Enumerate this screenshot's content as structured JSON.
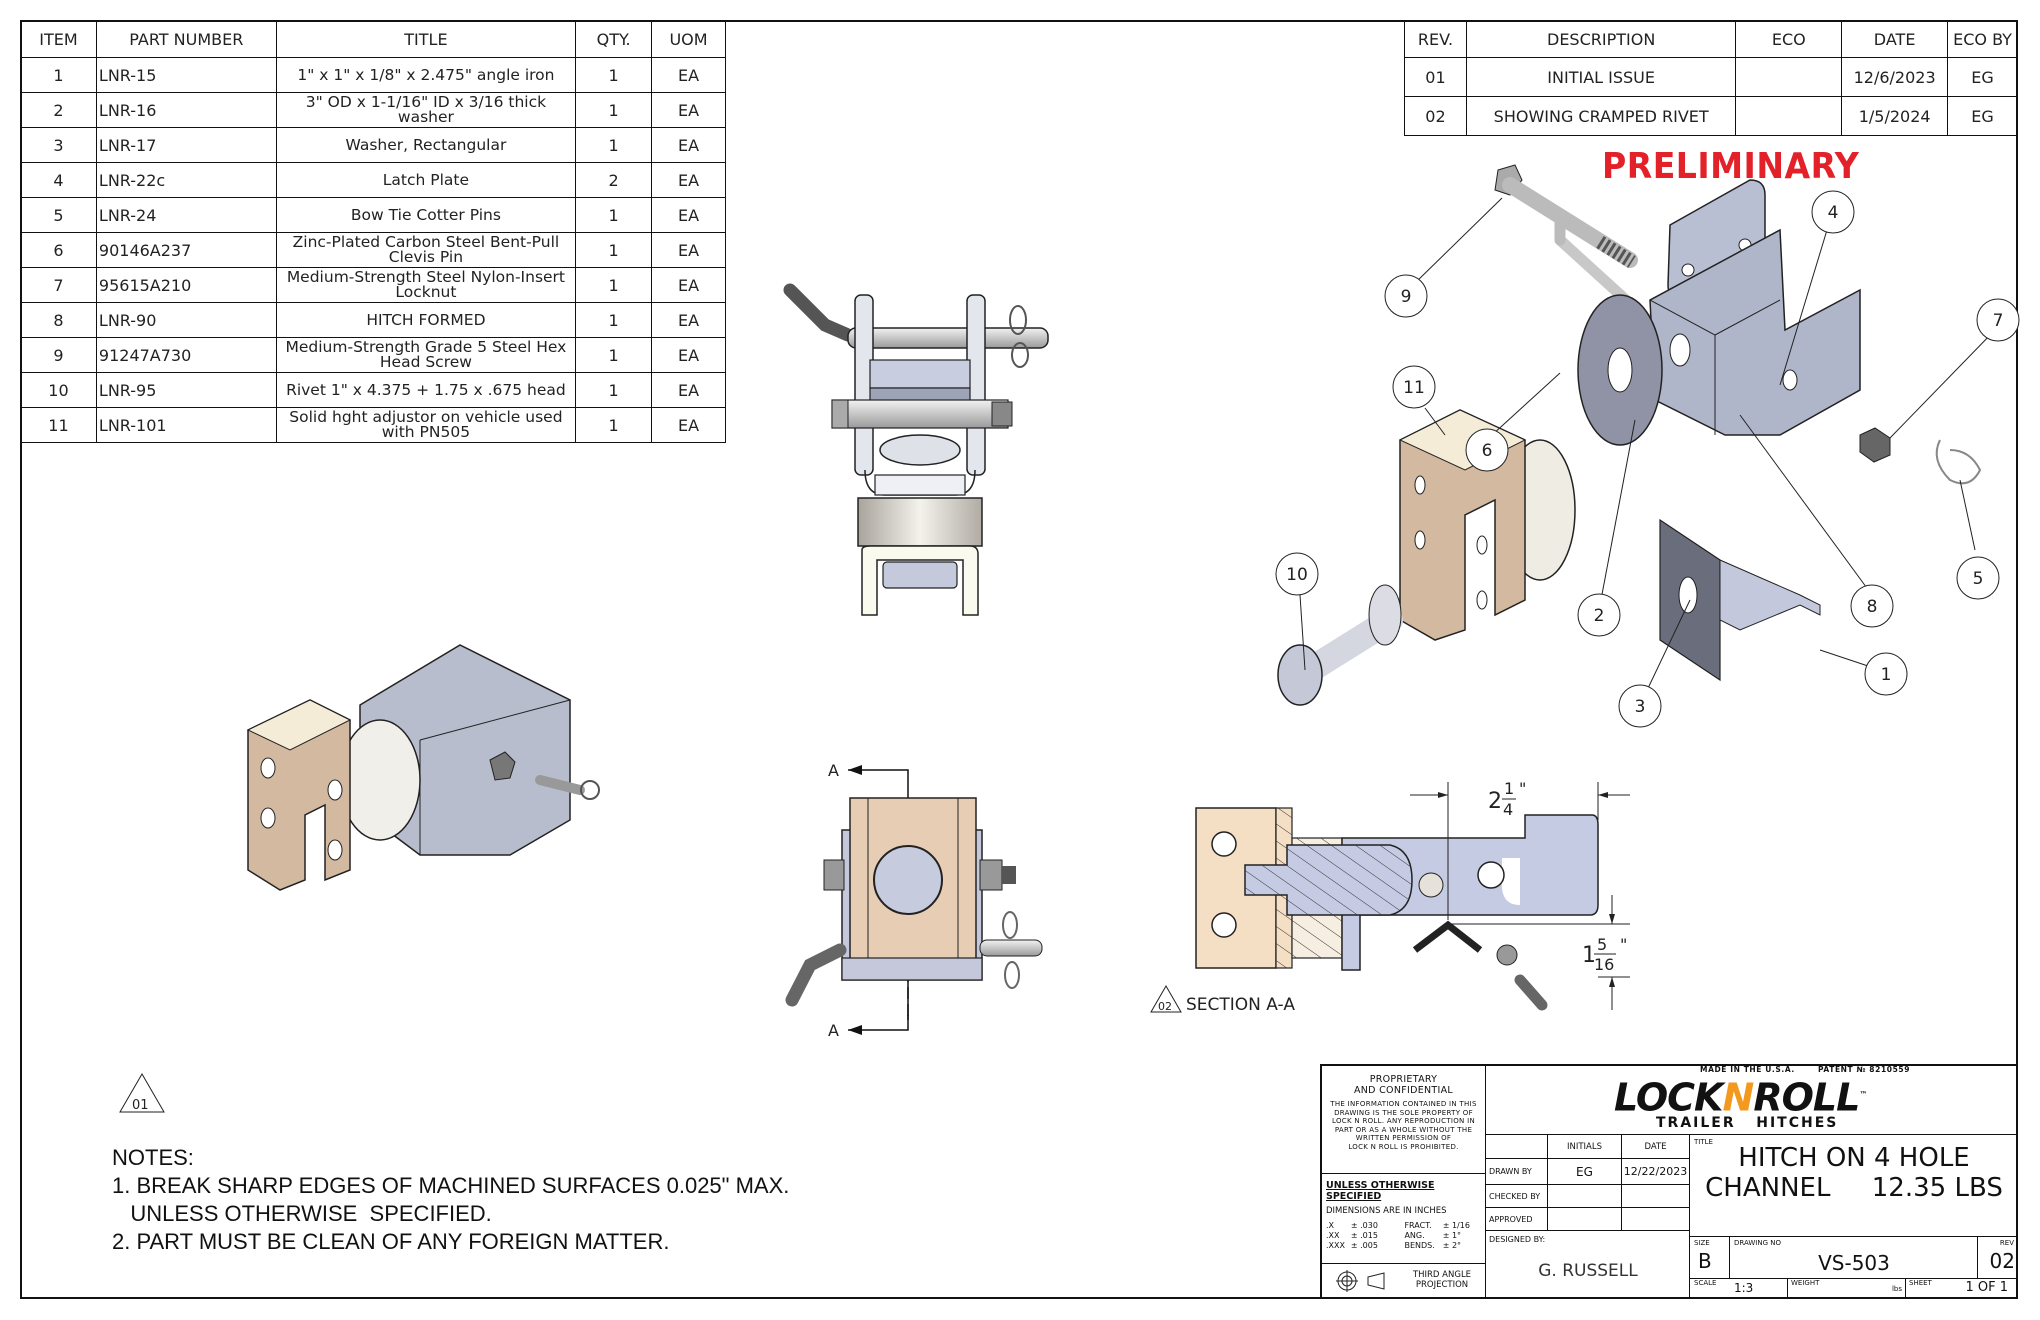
{
  "bom": {
    "headers": [
      "ITEM",
      "PART NUMBER",
      "TITLE",
      "QTY.",
      "UOM"
    ],
    "rows": [
      {
        "item": "1",
        "part_number": "LNR-15",
        "title": "1\" x 1\" x 1/8\" x 2.475\" angle iron",
        "qty": "1",
        "uom": "EA"
      },
      {
        "item": "2",
        "part_number": "LNR-16",
        "title": "3\" OD x 1-1/16\" ID x 3/16 thick washer",
        "qty": "1",
        "uom": "EA"
      },
      {
        "item": "3",
        "part_number": "LNR-17",
        "title": "Washer, Rectangular",
        "qty": "1",
        "uom": "EA"
      },
      {
        "item": "4",
        "part_number": "LNR-22c",
        "title": "Latch Plate",
        "qty": "2",
        "uom": "EA"
      },
      {
        "item": "5",
        "part_number": "LNR-24",
        "title": "Bow Tie Cotter Pins",
        "qty": "1",
        "uom": "EA"
      },
      {
        "item": "6",
        "part_number": "90146A237",
        "title": "Zinc-Plated Carbon Steel Bent-Pull Clevis Pin",
        "qty": "1",
        "uom": "EA"
      },
      {
        "item": "7",
        "part_number": "95615A210",
        "title": "Medium-Strength Steel Nylon-Insert Locknut",
        "qty": "1",
        "uom": "EA"
      },
      {
        "item": "8",
        "part_number": "LNR-90",
        "title": "HITCH FORMED",
        "qty": "1",
        "uom": "EA"
      },
      {
        "item": "9",
        "part_number": "91247A730",
        "title": "Medium-Strength Grade 5 Steel Hex Head Screw",
        "qty": "1",
        "uom": "EA"
      },
      {
        "item": "10",
        "part_number": "LNR-95",
        "title": "Rivet 1\" x 4.375 + 1.75 x .675 head",
        "qty": "1",
        "uom": "EA"
      },
      {
        "item": "11",
        "part_number": "LNR-101",
        "title": "Solid hght adjustor on vehicle used with PN505",
        "qty": "1",
        "uom": "EA"
      }
    ]
  },
  "revisions": {
    "headers": [
      "REV.",
      "DESCRIPTION",
      "ECO",
      "DATE",
      "ECO BY"
    ],
    "rows": [
      {
        "rev": "01",
        "description": "INITIAL ISSUE",
        "eco": "",
        "date": "12/6/2023",
        "eco_by": "EG"
      },
      {
        "rev": "02",
        "description": "SHOWING CRAMPED RIVET",
        "eco": "",
        "date": "1/5/2024",
        "eco_by": "EG"
      }
    ]
  },
  "stamp": {
    "text": "PRELIMINARY",
    "color": "#e32129"
  },
  "balloons": [
    "1",
    "2",
    "3",
    "4",
    "5",
    "6",
    "7",
    "8",
    "9",
    "10",
    "11"
  ],
  "section": {
    "cut_label": "A",
    "rev_marker": "02",
    "title": "SECTION A-A",
    "dim_width": {
      "whole": "2",
      "num": "1",
      "den": "4",
      "unit": "\""
    },
    "dim_height": {
      "whole": "1",
      "num": "5",
      "den": "16",
      "unit": "\""
    }
  },
  "notes": {
    "rev_marker": "01",
    "heading": "NOTES:",
    "lines": [
      "1. BREAK SHARP EDGES OF MACHINED SURFACES 0.025\" MAX.",
      "   UNLESS OTHERWISE  SPECIFIED.",
      "2. PART MUST BE CLEAN OF ANY FOREIGN MATTER."
    ]
  },
  "title_block": {
    "proprietary_heading": [
      "PROPRIETARY",
      "AND CONFIDENTIAL"
    ],
    "proprietary_text": [
      "THE INFORMATION CONTAINED IN THIS",
      "DRAWING IS THE SOLE PROPERTY OF",
      "LOCK N ROLL. ANY REPRODUCTION IN",
      "PART OR AS A WHOLE WITHOUT THE",
      "WRITTEN PERMISSION OF",
      "LOCK N ROLL IS PROHIBITED."
    ],
    "unless_specified": "UNLESS OTHERWISE SPECIFIED",
    "dims_in": "DIMENSIONS ARE IN INCHES",
    "tolerances": [
      {
        "k": ".X",
        "v": "± .030",
        "k2": "FRACT.",
        "v2": "± 1/16"
      },
      {
        "k": ".XX",
        "v": "± .015",
        "k2": "ANG.",
        "v2": "± 1°"
      },
      {
        "k": ".XXX",
        "v": "± .005",
        "k2": "BENDS.",
        "v2": "± 2°"
      }
    ],
    "projection": "THIRD ANGLE PROJECTION",
    "made_in": "MADE IN THE U.S.A.",
    "patent": "PATENT № 8210559",
    "logo": {
      "left": "LOCK",
      "mid": "N",
      "right": "ROLL",
      "tm": "™",
      "sub": "TRAILER   HITCHES",
      "accent": "#f39a1e"
    },
    "col_initials": "INITIALS",
    "col_date": "DATE",
    "drawn_by_label": "DRAWN BY",
    "drawn_by_initials": "EG",
    "drawn_by_date": "12/22/2023",
    "checked_by_label": "CHECKED BY",
    "approved_label": "APPROVED",
    "designed_by_label": "DESIGNED BY:",
    "designed_by": "G. RUSSELL",
    "title_label": "TITLE",
    "title_line1": "HITCH ON 4 HOLE",
    "title_line2": "CHANNEL     12.35 LBS",
    "size_label": "SIZE",
    "size": "B",
    "drawing_no_label": "DRAWING NO",
    "drawing_no": "VS-503",
    "rev_label": "REV",
    "rev": "02",
    "scale_label": "SCALE",
    "scale": "1:3",
    "weight_label": "WEIGHT",
    "weight_unit": "lbs",
    "sheet_label": "SHEET",
    "sheet": "1 OF 1"
  }
}
